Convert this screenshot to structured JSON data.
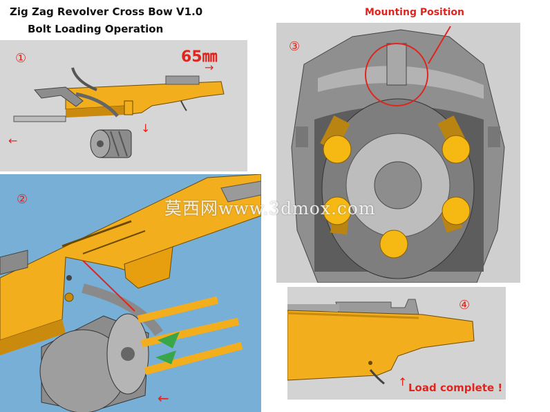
{
  "title": {
    "line1": "Zig Zag Revolver Cross Bow V1.0",
    "line2": "Bolt Loading Operation"
  },
  "steps": {
    "step1": "①",
    "step2": "②",
    "step3": "③",
    "step4": "④"
  },
  "labels": {
    "mounting_position": "Mounting Position",
    "measurement": "65㎜",
    "load_complete": "Load complete !"
  },
  "arrows": {
    "right": "→",
    "down": "↓",
    "left": "←",
    "up": "↑"
  },
  "watermark": "莫西网www.3dmox.com",
  "colors": {
    "accent": "#e0241e",
    "part_orange": "#f2ae1c",
    "panel_blue": "#77afd6",
    "panel_grey": "#d6d6d6"
  }
}
